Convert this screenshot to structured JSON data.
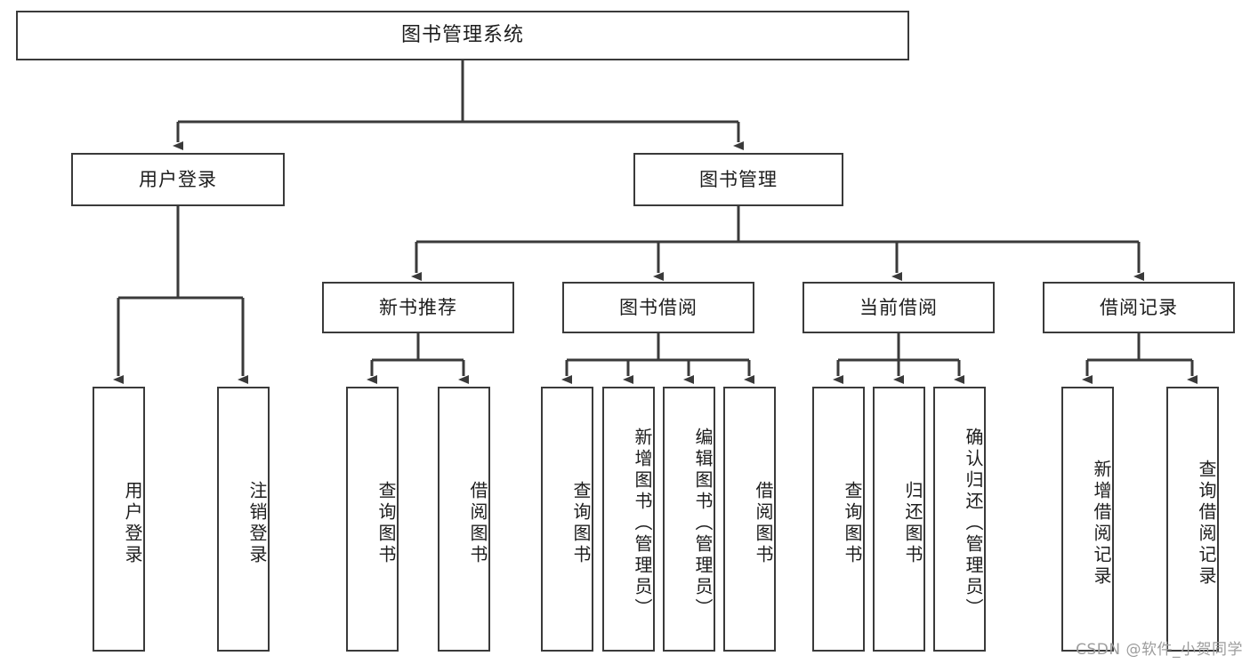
{
  "diagram": {
    "type": "tree-hierarchy",
    "title": "图书管理系统",
    "colors": {
      "background": "#ffffff",
      "border": "#3a3a3a",
      "text": "#1d1d1d",
      "connector": "#3a3a3a",
      "watermark": "#9d9d9d"
    },
    "nodes": {
      "root": {
        "label": "图书管理系统"
      },
      "level1": [
        {
          "id": "user-login",
          "label": "用户登录"
        },
        {
          "id": "book-manage",
          "label": "图书管理"
        }
      ],
      "level2": [
        {
          "id": "new-book-recommend",
          "label": "新书推荐"
        },
        {
          "id": "book-borrow",
          "label": "图书借阅"
        },
        {
          "id": "current-borrow",
          "label": "当前借阅"
        },
        {
          "id": "borrow-record",
          "label": "借阅记录"
        }
      ],
      "leaves": {
        "user-login": [
          {
            "id": "leaf-user-login",
            "label": "用户登录"
          },
          {
            "id": "leaf-logout-login",
            "label": "注销登录"
          }
        ],
        "new-book-recommend": [
          {
            "id": "leaf-query-book-1",
            "label": "查询图书"
          },
          {
            "id": "leaf-borrow-book-1",
            "label": "借阅图书"
          }
        ],
        "book-borrow": [
          {
            "id": "leaf-query-book-2",
            "label": "查询图书"
          },
          {
            "id": "leaf-add-book",
            "label": "新增图书（管理员）"
          },
          {
            "id": "leaf-edit-book",
            "label": "编辑图书（管理员）"
          },
          {
            "id": "leaf-borrow-book-2",
            "label": "借阅图书"
          }
        ],
        "current-borrow": [
          {
            "id": "leaf-query-book-3",
            "label": "查询图书"
          },
          {
            "id": "leaf-return-book",
            "label": "归还图书"
          },
          {
            "id": "leaf-confirm-return",
            "label": "确认归还（管理员）"
          }
        ],
        "borrow-record": [
          {
            "id": "leaf-add-record",
            "label": "新增借阅记录"
          },
          {
            "id": "leaf-query-record",
            "label": "查询借阅记录"
          }
        ]
      }
    },
    "watermark": "CSDN @软件_小贺同学"
  }
}
